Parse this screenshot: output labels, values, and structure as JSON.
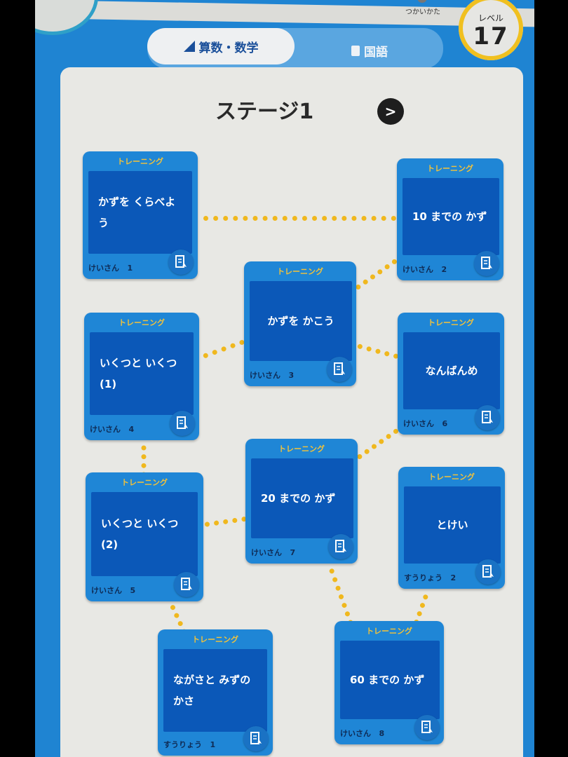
{
  "header": {
    "howto_label": "つかいかた",
    "level_label": "レベル",
    "level_value": "17"
  },
  "tabs": [
    {
      "label": "算数・数学",
      "icon": "triangle-ruler-icon",
      "active": true
    },
    {
      "label": "国語",
      "icon": "book-icon",
      "active": false
    }
  ],
  "stage": {
    "title": "ステージ1",
    "next_icon": ">"
  },
  "colors": {
    "accent_blue": "#1f84d2",
    "card_inner": "#0b58b8",
    "connector": "#f0b81e",
    "tag_text": "#f2c23a"
  },
  "cards": [
    {
      "tag": "トレーニング",
      "title": "かずを くらべよう",
      "category": "けいさん",
      "number": "1"
    },
    {
      "tag": "トレーニング",
      "title": "10 までの かず",
      "category": "けいさん",
      "number": "2"
    },
    {
      "tag": "トレーニング",
      "title": "かずを かこう",
      "category": "けいさん",
      "number": "3"
    },
    {
      "tag": "トレーニング",
      "title": "いくつと いくつ (1)",
      "category": "けいさん",
      "number": "4"
    },
    {
      "tag": "トレーニング",
      "title": "いくつと いくつ (2)",
      "category": "けいさん",
      "number": "5"
    },
    {
      "tag": "トレーニング",
      "title": "なんばんめ",
      "category": "けいさん",
      "number": "6"
    },
    {
      "tag": "トレーニング",
      "title": "20 までの かず",
      "category": "けいさん",
      "number": "7"
    },
    {
      "tag": "トレーニング",
      "title": "60 までの かず",
      "category": "けいさん",
      "number": "8"
    },
    {
      "tag": "トレーニング",
      "title": "ながさと みずの かさ",
      "category": "すうりょう",
      "number": "1"
    },
    {
      "tag": "トレーニング",
      "title": "とけい",
      "category": "すうりょう",
      "number": "2"
    }
  ]
}
